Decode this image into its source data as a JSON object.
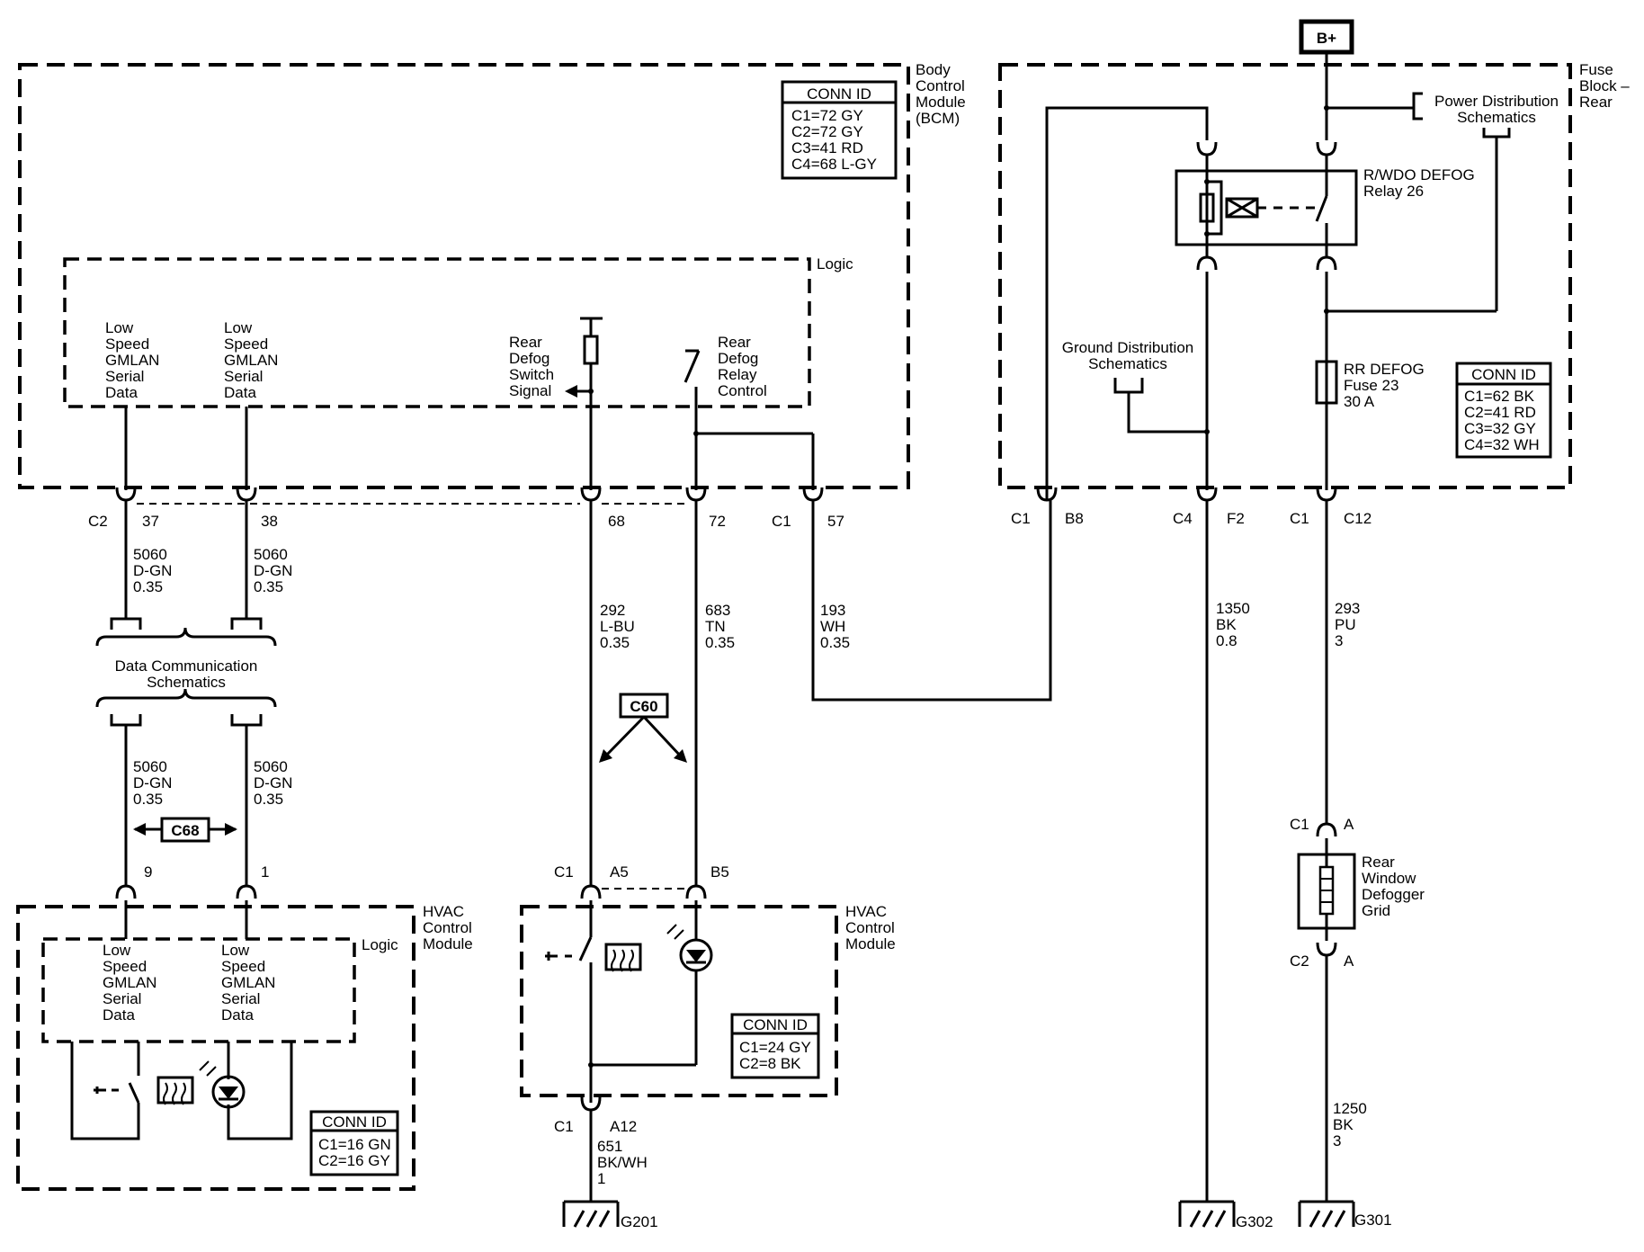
{
  "modules": {
    "bcm": "Body Control Module (BCM)",
    "bcm_lines": [
      "Body",
      "Control",
      "Module",
      "(BCM)"
    ],
    "fuse_block_lines": [
      "Fuse",
      "Block –",
      "Rear"
    ],
    "hvac_lines": [
      "HVAC",
      "Control",
      "Module"
    ],
    "logic": "Logic"
  },
  "bcm_conn_id": {
    "title": "CONN ID",
    "rows": [
      "C1=72 GY",
      "C2=72 GY",
      "C3=41 RD",
      "C4=68 L-GY"
    ]
  },
  "fuse_conn_id": {
    "title": "CONN ID",
    "rows": [
      "C1=62 BK",
      "C2=41 RD",
      "C3=32 GY",
      "C4=32 WH"
    ]
  },
  "hvac_right_conn_id": {
    "title": "CONN ID",
    "rows": [
      "C1=24 GY",
      "C2=8 BK"
    ]
  },
  "hvac_left_conn_id": {
    "title": "CONN ID",
    "rows": [
      "C1=16 GN",
      "C2=16 GY"
    ]
  },
  "signals": {
    "gmlan": [
      "Low",
      "Speed",
      "GMLAN",
      "Serial",
      "Data"
    ],
    "rear_defog_switch": [
      "Rear",
      "Defog",
      "Switch",
      "Signal"
    ],
    "rear_defog_relay": [
      "Rear",
      "Defog",
      "Relay",
      "Control"
    ]
  },
  "components": {
    "b_plus": "B+",
    "power_dist": [
      "Power Distribution",
      "Schematics"
    ],
    "ground_dist": [
      "Ground Distribution",
      "Schematics"
    ],
    "data_comm": [
      "Data Communication",
      "Schematics"
    ],
    "relay": [
      "R/WDO DEFOG",
      "Relay 26"
    ],
    "fuse": [
      "RR DEFOG",
      "Fuse 23",
      "30 A"
    ],
    "grid": [
      "Rear",
      "Window",
      "Defogger",
      "Grid"
    ],
    "c60": "C60",
    "c68": "C68"
  },
  "connectors": {
    "c1": "C1",
    "c2": "C2",
    "c4": "C4",
    "p37": "37",
    "p38": "38",
    "p68": "68",
    "p72": "72",
    "p57": "57",
    "b8": "B8",
    "f2": "F2",
    "c12": "C12",
    "p9": "9",
    "p1": "1",
    "a5": "A5",
    "b5": "B5",
    "a12": "A12",
    "a": "A"
  },
  "wires": {
    "w5060": [
      "5060",
      "D-GN",
      "0.35"
    ],
    "w292": [
      "292",
      "L-BU",
      "0.35"
    ],
    "w683": [
      "683",
      "TN",
      "0.35"
    ],
    "w193": [
      "193",
      "WH",
      "0.35"
    ],
    "w1350": [
      "1350",
      "BK",
      "0.8"
    ],
    "w293": [
      "293",
      "PU",
      "3"
    ],
    "w651": [
      "651",
      "BK/WH",
      "1"
    ],
    "w1250": [
      "1250",
      "BK",
      "3"
    ]
  },
  "grounds": {
    "g201": "G201",
    "g302": "G302",
    "g301": "G301"
  }
}
